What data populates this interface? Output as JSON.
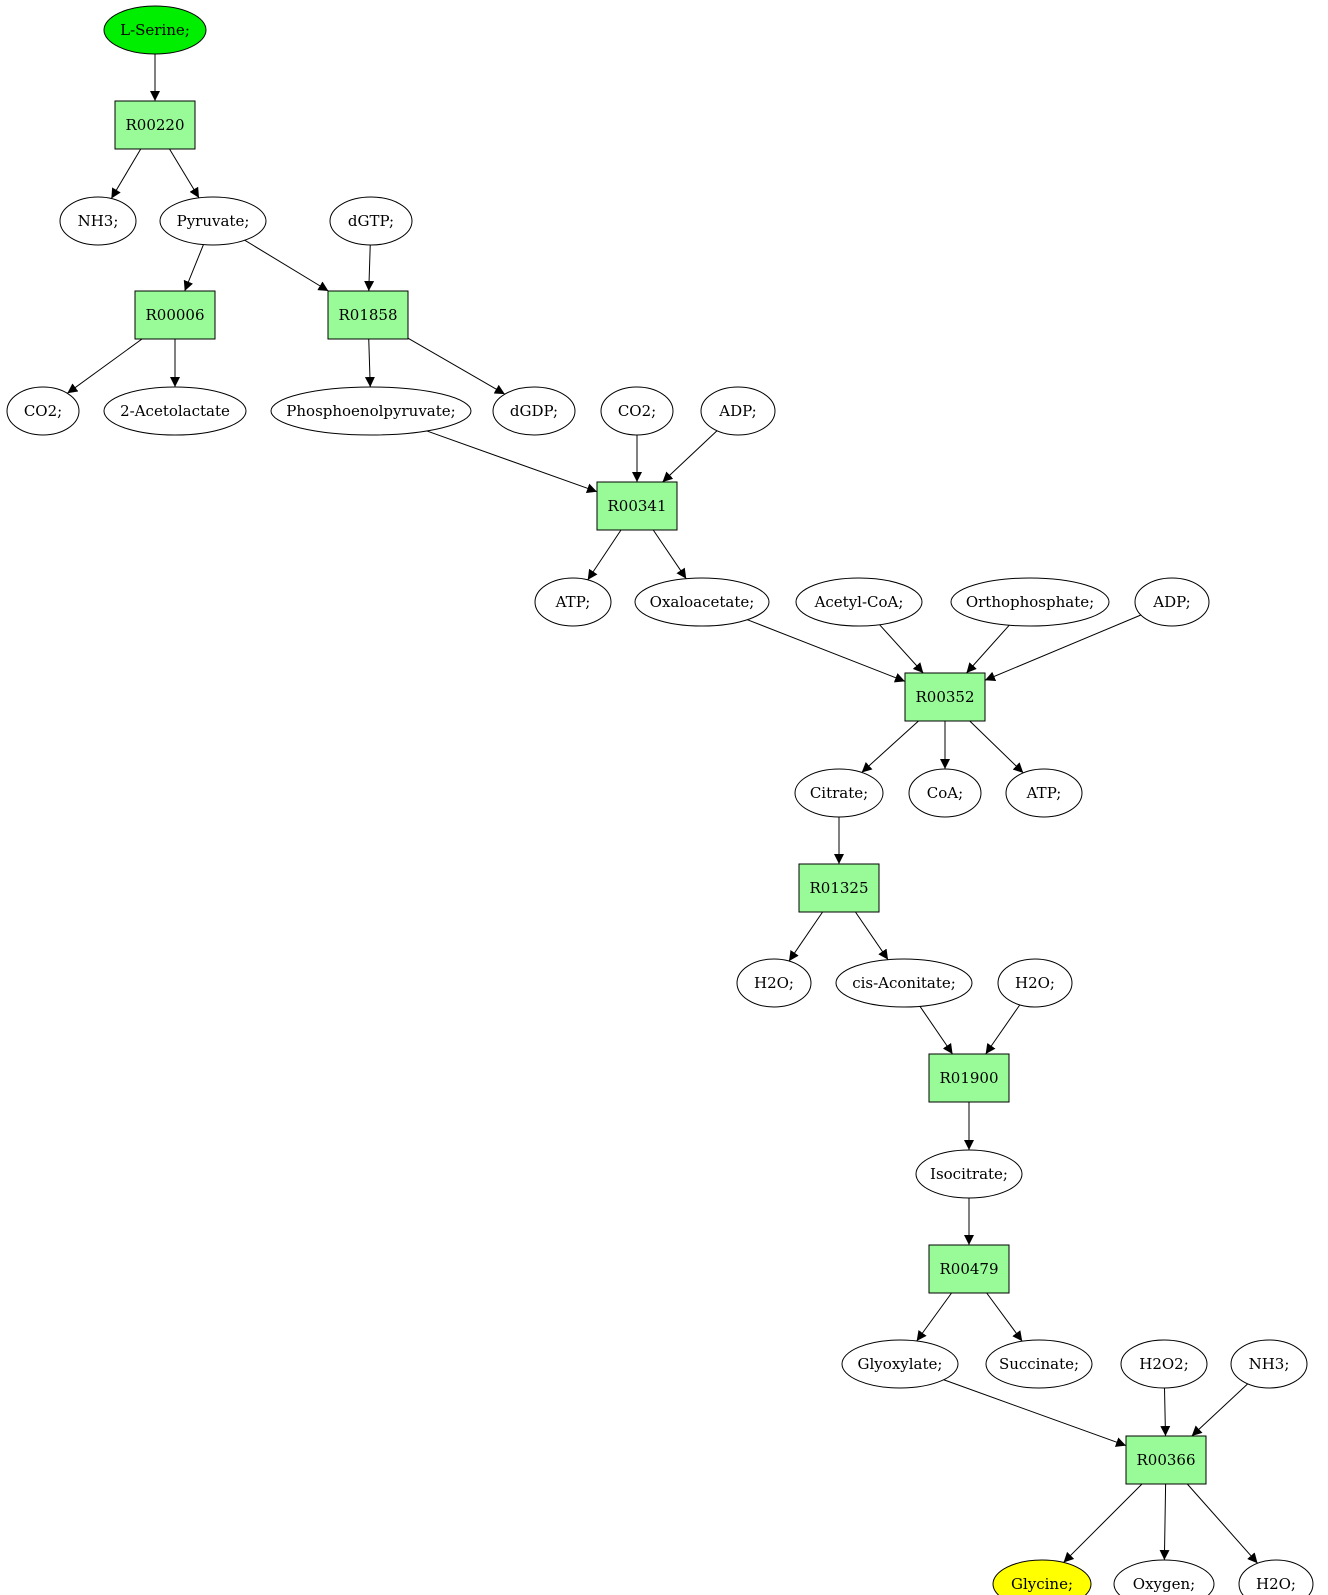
{
  "reactions": {
    "r1": "R00220",
    "r2": "R00006",
    "r3": "R01858",
    "r4": "R00341",
    "r5": "R00352",
    "r6": "R01325",
    "r7": "R01900",
    "r8": "R00479",
    "r9": "R00366"
  },
  "metabolites": {
    "m_serine": "L-Serine;",
    "m_nh3_1": "NH3;",
    "m_pyruvate": "Pyruvate;",
    "m_dgtp": "dGTP;",
    "m_co2_1": "CO2;",
    "m_acetolactate": "2-Acetolactate",
    "m_pep": "Phosphoenolpyruvate;",
    "m_dgdp": "dGDP;",
    "m_co2_2": "CO2;",
    "m_adp_1": "ADP;",
    "m_atp_1": "ATP;",
    "m_oaa": "Oxaloacetate;",
    "m_acetylcoa": "Acetyl-CoA;",
    "m_pi": "Orthophosphate;",
    "m_adp_2": "ADP;",
    "m_citrate": "Citrate;",
    "m_coa": "CoA;",
    "m_atp_2": "ATP;",
    "m_h2o_1": "H2O;",
    "m_aconitate": "cis-Aconitate;",
    "m_h2o_2": "H2O;",
    "m_isocitrate": "Isocitrate;",
    "m_glyoxylate": "Glyoxylate;",
    "m_succinate": "Succinate;",
    "m_h2o2": "H2O2;",
    "m_nh3_2": "NH3;",
    "m_glycine": "Glycine;",
    "m_oxygen": "Oxygen;",
    "m_h2o_3": "H2O;"
  },
  "colors": {
    "start_node": "#00ee00",
    "end_node": "#ffff00",
    "reaction_node": "#98fb98"
  }
}
